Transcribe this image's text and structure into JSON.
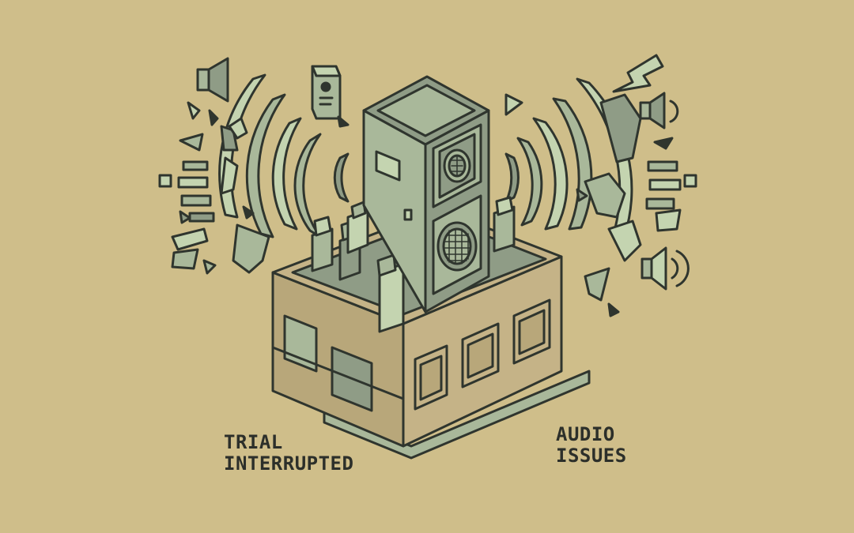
{
  "illustration": {
    "subject": "speaker-on-courtroom-bench-icon",
    "palette": {
      "background": "#cfbe8a",
      "stroke": "#2f352e",
      "dark_green": "#8f9c86",
      "mid_green": "#a9b89a",
      "light_green": "#c4d4b0",
      "panel": "#b8a77a",
      "panel_light": "#c5b387"
    }
  },
  "captions": {
    "left": {
      "line1": "TRIAL",
      "line2": "INTERRUPTED"
    },
    "right": {
      "line1": "AUDIO",
      "line2": "ISSUES"
    }
  }
}
